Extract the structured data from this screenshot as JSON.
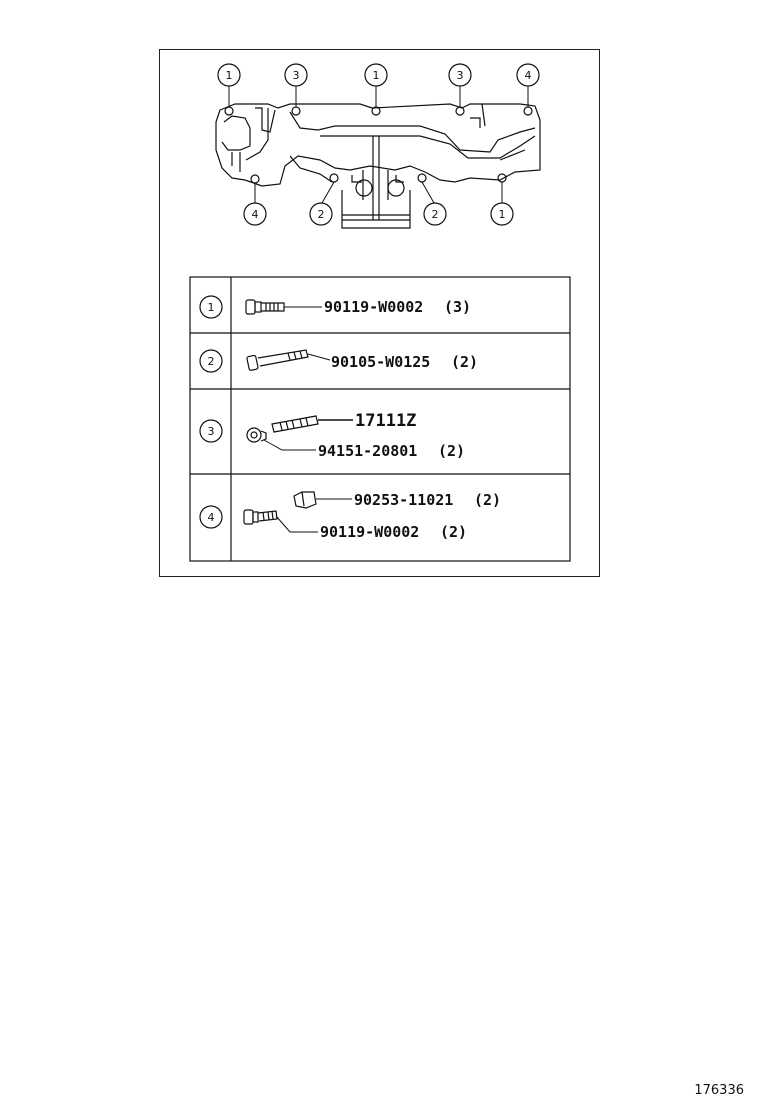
{
  "diagram": {
    "callouts": {
      "top": [
        "1",
        "3",
        "1",
        "3",
        "4"
      ],
      "bottom": [
        "4",
        "2",
        "2",
        "1"
      ]
    },
    "parts_table": [
      {
        "ref": "1",
        "parts": [
          {
            "number": "90119-W0002",
            "qty": "(3)"
          }
        ]
      },
      {
        "ref": "2",
        "parts": [
          {
            "number": "90105-W0125",
            "qty": "(2)"
          }
        ]
      },
      {
        "ref": "3",
        "parts": [
          {
            "number": "17111Z",
            "qty": ""
          },
          {
            "number": "94151-20801",
            "qty": "(2)"
          }
        ]
      },
      {
        "ref": "4",
        "parts": [
          {
            "number": "90253-11021",
            "qty": "(2)"
          },
          {
            "number": "90119-W0002",
            "qty": "(2)"
          }
        ]
      }
    ]
  },
  "illustration_number": "176336"
}
